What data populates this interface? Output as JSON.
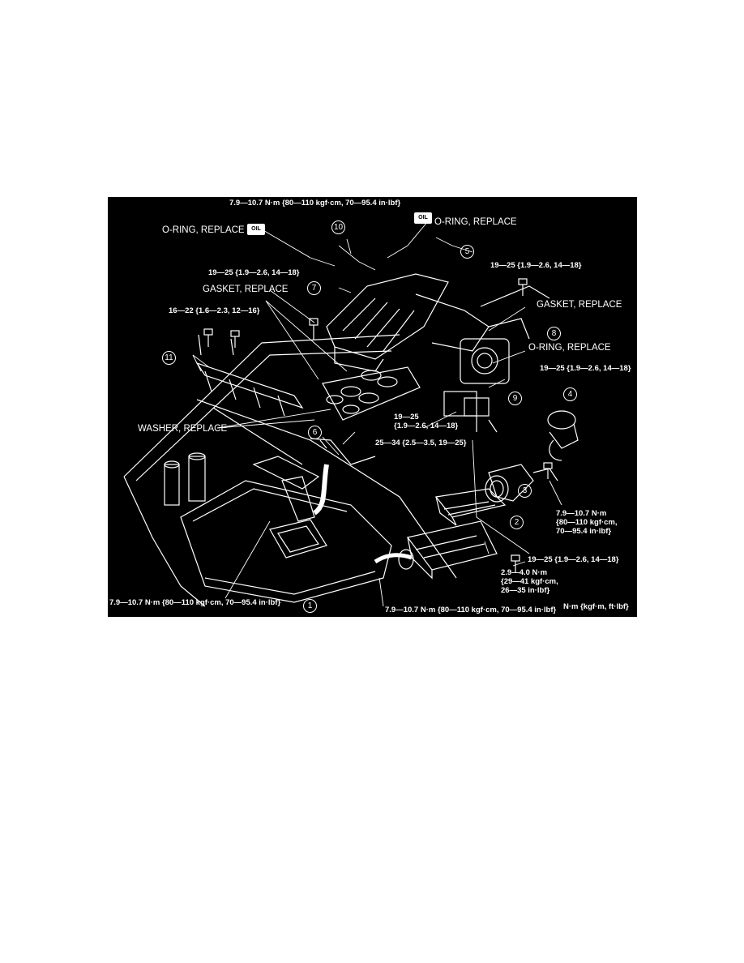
{
  "labels": {
    "top_torque": "7.9—10.7 N·m {80—110 kgf·cm, 70—95.4 in·lbf}",
    "oring_left": "O-RING, REPLACE",
    "oring_right": "O-RING, REPLACE",
    "oring_mid": "O-RING, REPLACE",
    "torque_19_25_a": "19—25 {1.9—2.6, 14—18}",
    "torque_19_25_b": "19—25 {1.9—2.6, 14—18}",
    "torque_19_25_c": "19—25 {1.9—2.6, 14—18}",
    "torque_19_25_d": "19—25\n{1.9—2.6, 14—18}",
    "torque_19_25_e": "19—25 {1.9—2.6, 14—18}",
    "gasket_left": "GASKET, REPLACE",
    "gasket_right": "GASKET, REPLACE",
    "torque_16_22": "16—22 {1.6—2.3, 12—16}",
    "washer": "WASHER, REPLACE",
    "torque_25_34": "25—34 {2.5—3.5, 19—25}",
    "torque_79_right": "7.9—10.7 N·m\n{80—110 kgf·cm,\n70—95.4 in·lbf}",
    "torque_29_40": "2.9—4.0 N·m\n{29—41 kgf·cm,\n26—35 in·lbf}",
    "torque_79_bottom_left": "7.9—10.7 N·m {80—110 kgf·cm, 70—95.4 in·lbf}",
    "torque_79_bottom": "7.9—10.7 N·m {80—110 kgf·cm, 70—95.4 in·lbf}",
    "units": "N·m {kgf·m, ft·lbf}",
    "oil_tag": "OIL"
  },
  "callouts": {
    "c1": "1",
    "c2": "2",
    "c3": "3",
    "c4": "4",
    "c5": "5",
    "c6": "6",
    "c7": "7",
    "c8": "8",
    "c9": "9",
    "c10": "10",
    "c11": "11"
  },
  "colors": {
    "background": "#000000",
    "linework": "#ffffff",
    "page": "#ffffff"
  }
}
